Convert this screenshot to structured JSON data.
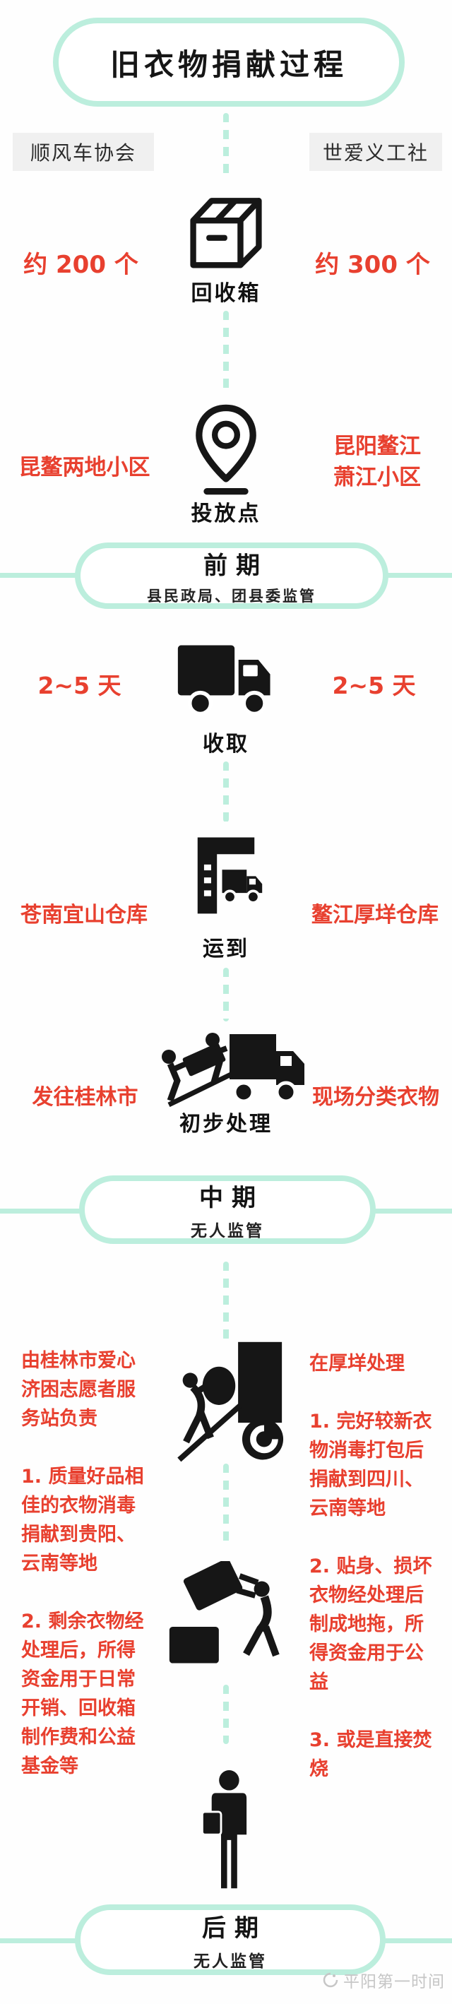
{
  "title": "旧衣物捐献过程",
  "orgs": {
    "left": "顺风车协会",
    "right": "世爱义工社"
  },
  "colors": {
    "mint": "#bceedd",
    "red": "#e8402f",
    "ink": "#161616",
    "org_box_bg": "#f0f0f0",
    "watermark_gray": "#c6c6c6"
  },
  "steps": {
    "box": {
      "label": "回收箱",
      "left": "约 200 个",
      "right": "约 300 个"
    },
    "drop": {
      "label": "投放点",
      "left": "昆鳌两地小区",
      "right": "昆阳鳌江\n萧江小区"
    },
    "collect": {
      "label": "收取",
      "left": "2~5 天",
      "right": "2~5 天"
    },
    "ship": {
      "label": "运到",
      "left": "苍南宜山仓库",
      "right": "鳌江厚垟仓库"
    },
    "process": {
      "label": "初步处理",
      "left": "发往桂林市",
      "right": "现场分类衣物"
    }
  },
  "stages": {
    "early": {
      "name": "前期",
      "note": "县民政局、团县委监管"
    },
    "mid": {
      "name": "中期",
      "note": "无人监管"
    },
    "late": {
      "name": "后期",
      "note": "无人监管"
    }
  },
  "late_phase": {
    "left": "由桂林市爱心\n济困志愿者服\n务站负责\n\n1. 质量好品相\n佳的衣物消毒\n捐献到贵阳、\n云南等地\n\n2. 剩余衣物经\n处理后，所得\n资金用于日常\n开销、回收箱\n制作费和公益\n基金等",
    "right": "在厚垟处理\n\n1. 完好较新衣\n物消毒打包后\n捐献到四川、\n云南等地\n\n2. 贴身、损坏\n衣物经处理后\n制成地拖，所\n得资金用于公\n益\n\n3. 或是直接焚\n烧"
  },
  "footer": {
    "watermark": "平阳第一时间"
  },
  "icons": {
    "donation-box-icon": "isometric collection box with slot",
    "map-pin-icon": "location pin with base line",
    "collect-truck-icon": "solid delivery truck",
    "warehouse-icon": "warehouse doorway with small truck",
    "loading-truck-icon": "two workers loading a crate up a ramp into a truck",
    "handcart-ramp-icon": "worker pushing load up ramp into truck rear",
    "box-stacking-icon": "worker stacking boxes",
    "standing-person-icon": "person holding a bag",
    "logo-swirl-icon": "watermark swirl logo"
  }
}
